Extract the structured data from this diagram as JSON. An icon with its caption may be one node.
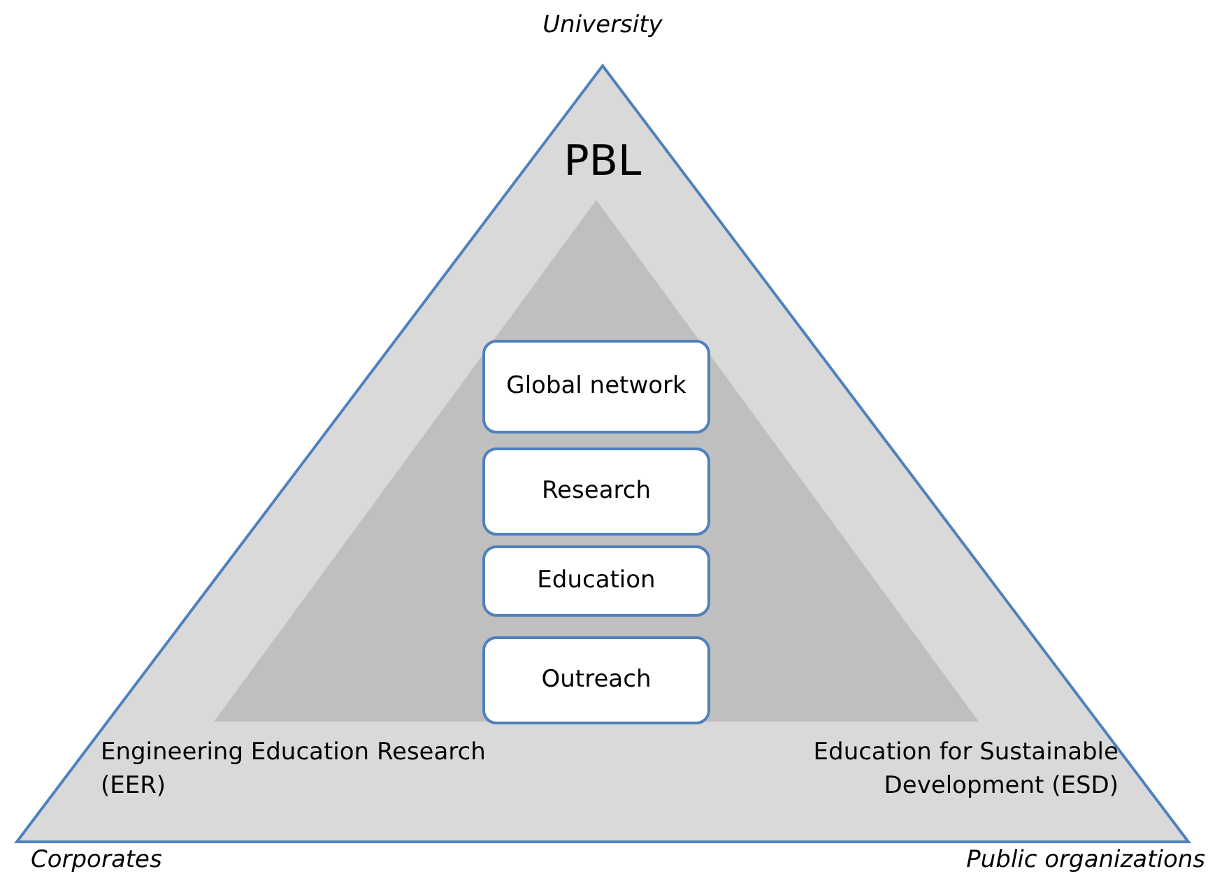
{
  "diagram": {
    "nodes": [
      {
        "text": [
          "PBL",
          "Engineering Education Research (EER)",
          "Education for Sustainable Development (ESD)"
        ],
        "beside": [
          "University",
          "Corporates",
          "Public organizations"
        ]
      },
      {
        "text": [],
        "shape": "triangle",
        "in": 0
      },
      {
        "text": [
          "Global network"
        ],
        "in": 1
      },
      {
        "text": [
          "Research"
        ],
        "in": 1
      },
      {
        "text": [
          "Education"
        ],
        "in": 1
      },
      {
        "text": [
          "Outreach"
        ],
        "in": 1
      }
    ]
  }
}
